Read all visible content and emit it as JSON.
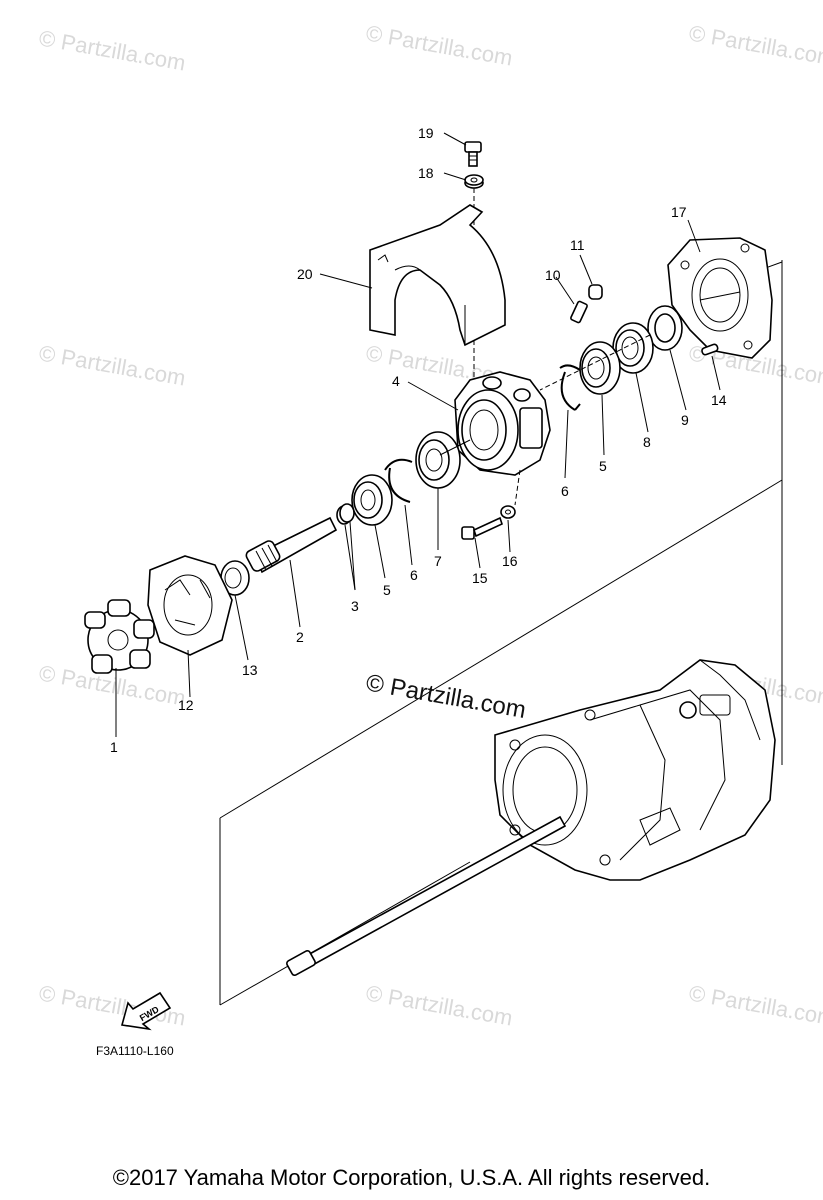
{
  "watermark": "© Partzilla.com",
  "center_watermark": "© Partzilla.com",
  "diagram_code": "F3A1110-L160",
  "fwd_label": "FWD",
  "copyright": "©2017  Yamaha Motor Corporation, U.S.A. All rights reserved.",
  "callouts": {
    "c1": "1",
    "c2": "2",
    "c3": "3",
    "c4": "4",
    "c5a": "5",
    "c5b": "5",
    "c6a": "6",
    "c6b": "6",
    "c7": "7",
    "c8": "8",
    "c9": "9",
    "c10": "10",
    "c11": "11",
    "c12": "12",
    "c13": "13",
    "c14": "14",
    "c15": "15",
    "c16": "16",
    "c17": "17",
    "c18": "18",
    "c19": "19",
    "c20": "20"
  }
}
